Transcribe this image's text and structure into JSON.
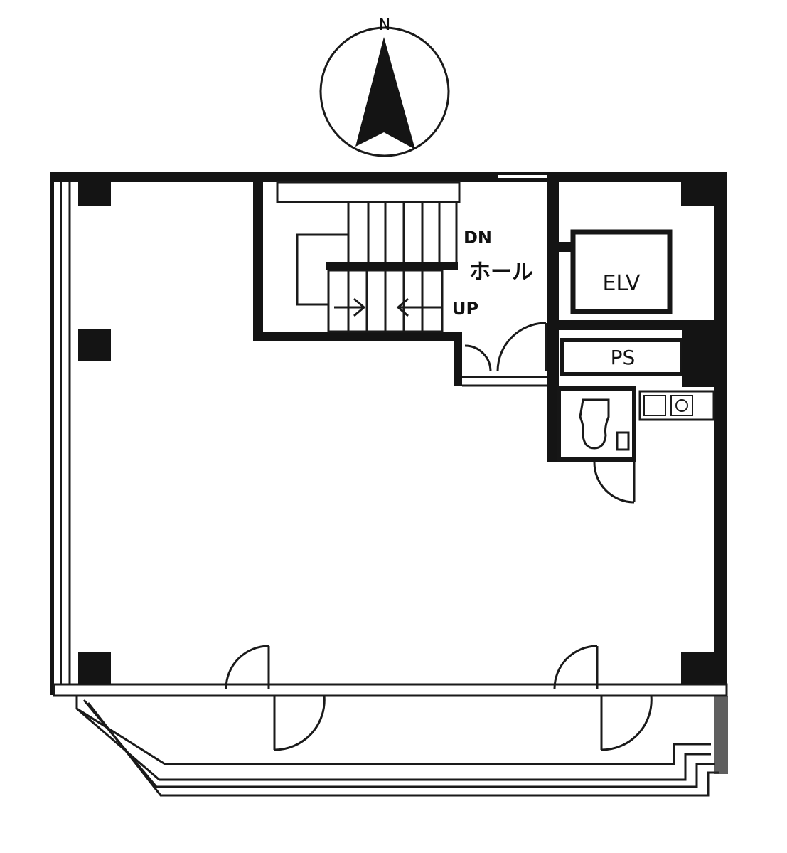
{
  "compass": {
    "north_label": "N"
  },
  "labels": {
    "stairs_down": "DN",
    "stairs_up": "UP",
    "hall": "ホール",
    "elevator": "ELV",
    "pipe_space": "PS"
  },
  "colors": {
    "ink": "#141414",
    "paper": "#ffffff"
  }
}
